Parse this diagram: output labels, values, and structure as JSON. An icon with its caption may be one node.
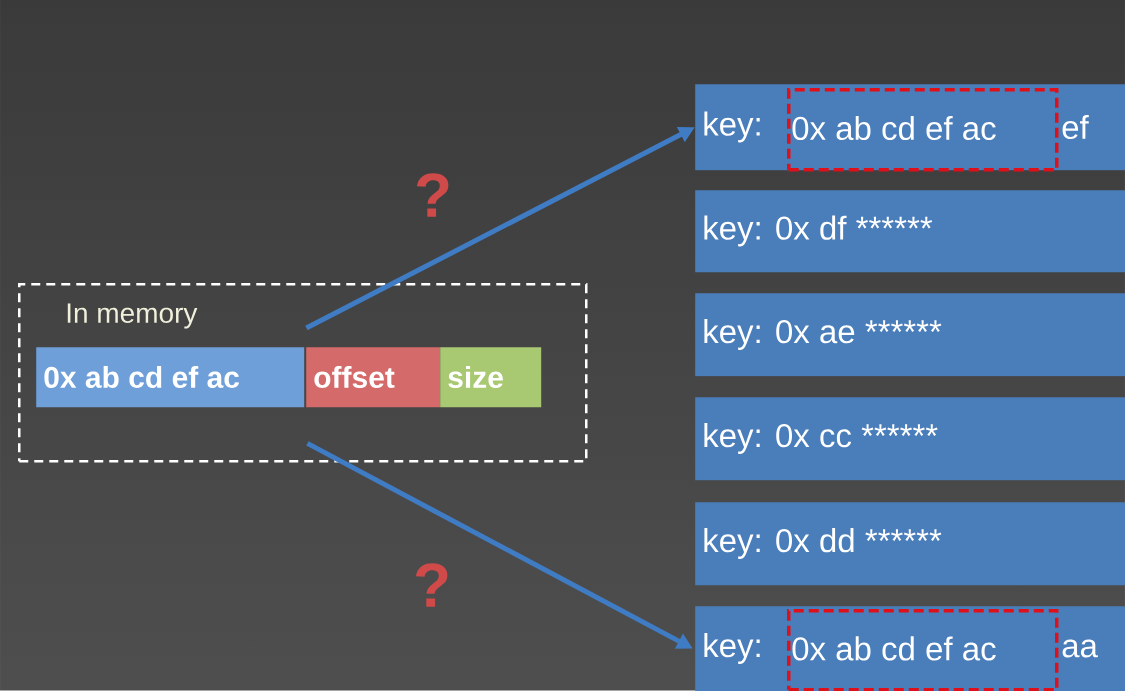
{
  "diagram": {
    "nodes": [
      {
        "text": [
          "In memory"
        ]
      },
      {
        "text": [
          "0x ab cd ef ac"
        ],
        "in": 0
      },
      {
        "text": [
          "offset"
        ],
        "in": 0
      },
      {
        "text": [
          "size"
        ],
        "in": 0
      },
      {
        "text": [
          "key:",
          "ef"
        ]
      },
      {
        "text": [
          "0x ab cd ef ac"
        ],
        "in": 4
      },
      {
        "text": [
          "key: 0x df ******"
        ]
      },
      {
        "text": [
          "key: 0x ae ******"
        ]
      },
      {
        "text": [
          "key: 0x cc ******"
        ]
      },
      {
        "text": [
          "key: 0x dd ******"
        ]
      },
      {
        "text": [
          "key:",
          "aa"
        ]
      },
      {
        "text": [
          "0x ab cd ef ac"
        ],
        "in": 10
      }
    ],
    "edges": [
      {
        "from": 1,
        "to": 4,
        "arrow": "to",
        "label": "?"
      },
      {
        "from": 1,
        "to": 10,
        "arrow": "to",
        "label": "?"
      }
    ]
  }
}
